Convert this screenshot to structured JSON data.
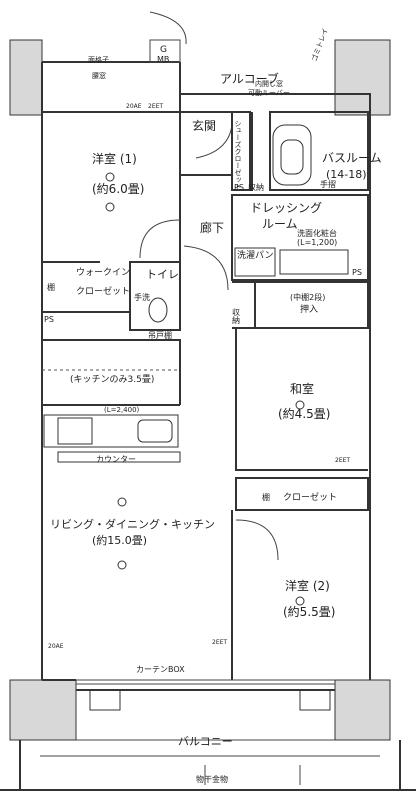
{
  "rooms": {
    "western1": {
      "name": "洋室 (1)",
      "size": "(約6.0畳)"
    },
    "western2": {
      "name": "洋室 (2)",
      "size": "(約5.5畳)"
    },
    "japanese": {
      "name": "和室",
      "size": "(約4.5畳)"
    },
    "ldk": {
      "name": "リビング・ダイニング・キッチン",
      "size": "(約15.0畳)"
    },
    "entrance": {
      "name": "玄関"
    },
    "hallway": {
      "name": "廊下"
    },
    "bathroom": {
      "name": "バスルーム",
      "size": "(14-18)"
    },
    "dressing": {
      "name": "ドレッシング",
      "name2": "ルーム"
    },
    "toilet": {
      "name": "トイレ"
    },
    "walkin": {
      "name": "ウォークイン",
      "name2": "クローゼット"
    },
    "balcony": {
      "name": "バルコニー"
    }
  },
  "labels": {
    "alcove": "アルコーブ",
    "meter_box": "MB",
    "gas": "G",
    "mail": "面格子",
    "glass_lower": "腰窓",
    "shoes": "シューズクローゼット",
    "vanity": "洗面化粧台",
    "vanity_len": "(L=1,200)",
    "washer": "洗濯パン",
    "closet": "クローゼット",
    "oshiire": "押入",
    "oshiire_note": "(中棚2段)",
    "kitchen_note": "(キッチンのみ3.5畳)",
    "kitchen_len": "(L=2,400)",
    "counter": "カウンター",
    "curtain_box": "カーテンBOX",
    "drying": "物干金物",
    "storage": "収納",
    "ps": "PS",
    "hand_wash": "手洗",
    "handrail": "手摺",
    "hanging_shelf": "吊戸棚",
    "lower_louver": "内開し窓",
    "louver": "可動ルーバー",
    "gomi": "ゴミトレイ",
    "shelf": "棚",
    "eet": "2EET",
    "eet20": "20AE"
  }
}
